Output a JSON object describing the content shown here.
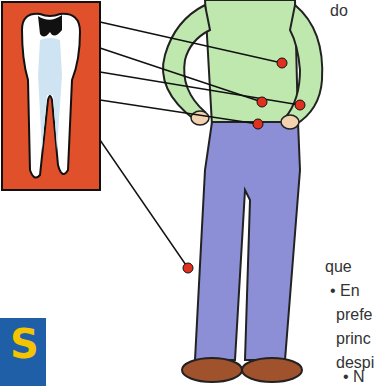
{
  "diagram": {
    "labels": [
      "do",
      "que",
      "• En",
      "prefe",
      "princ",
      "despi",
      "• N",
      "S"
    ]
  }
}
